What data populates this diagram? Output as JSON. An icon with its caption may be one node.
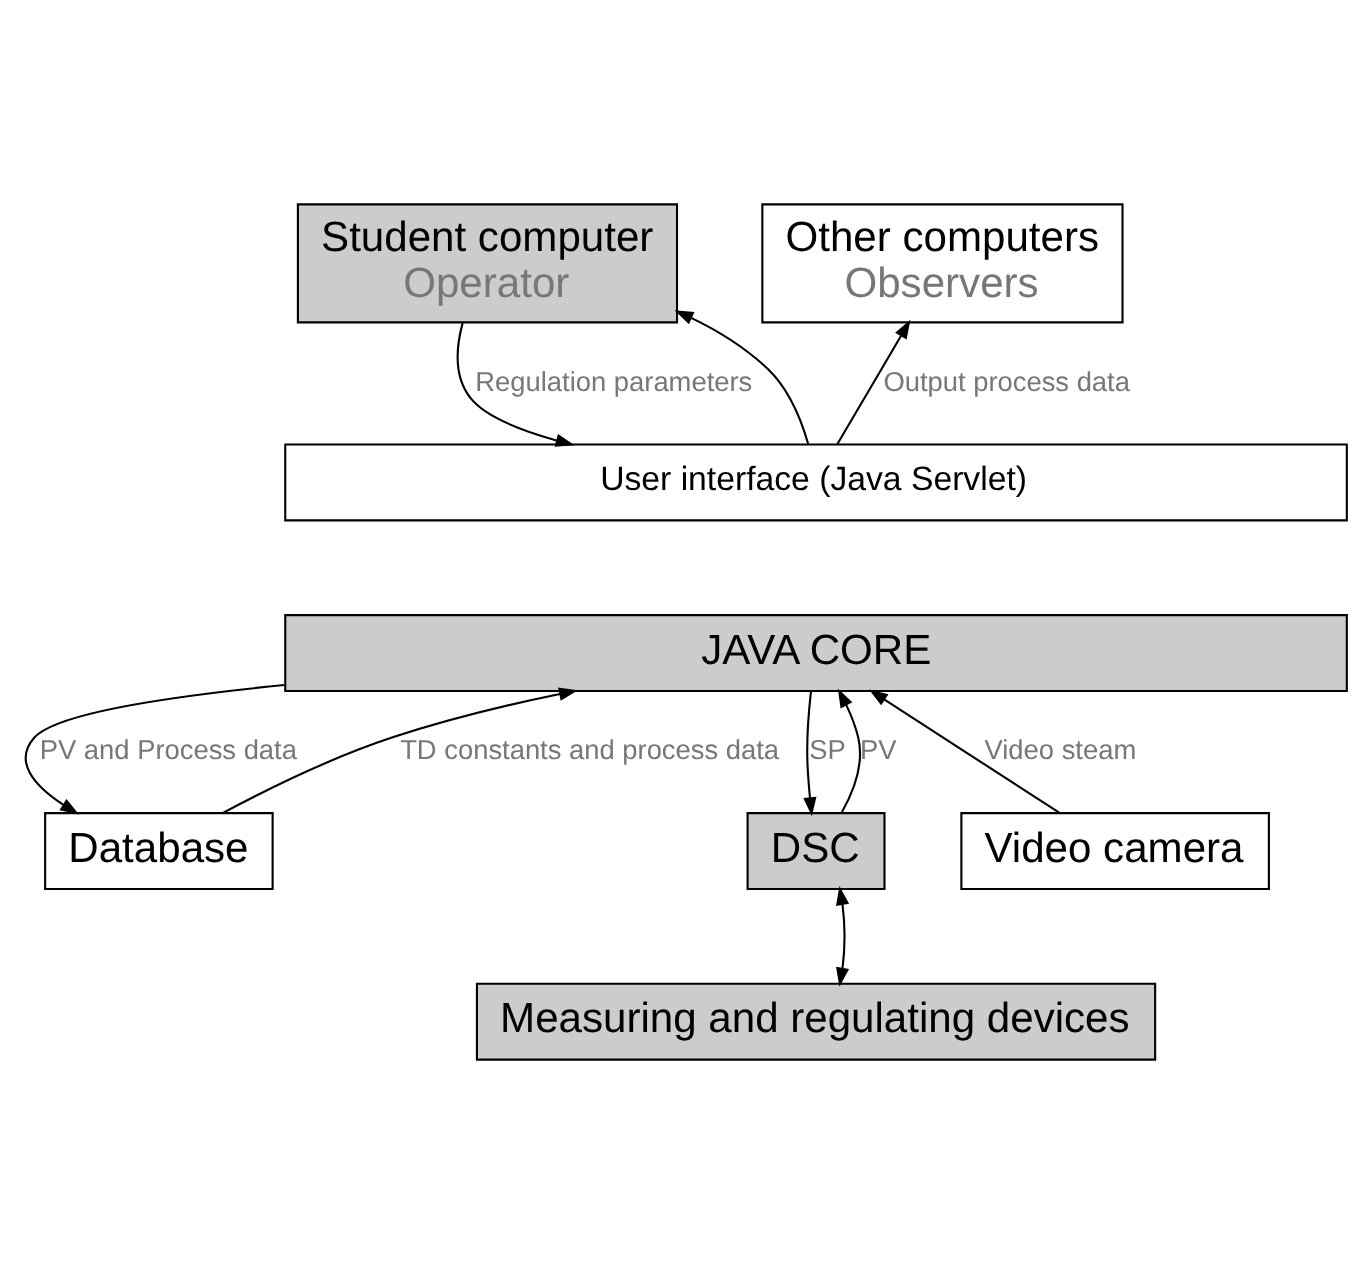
{
  "diagram": {
    "nodes": [
      {
        "text": [
          "Student computer",
          "Operator"
        ]
      },
      {
        "text": [
          "Other computers",
          "Observers"
        ]
      },
      {
        "text": [
          "User interface (Java Servlet)"
        ]
      },
      {
        "text": [
          "JAVA CORE"
        ]
      },
      {
        "text": [
          "Database"
        ]
      },
      {
        "text": [
          "DSC"
        ]
      },
      {
        "text": [
          "Video camera"
        ]
      },
      {
        "text": [
          "Measuring and regulating devices"
        ]
      }
    ],
    "edges": [
      {
        "from": 0,
        "to": 2,
        "arrow": "to",
        "label": "Regulation parameters"
      },
      {
        "from": 2,
        "to": 0,
        "arrow": "to"
      },
      {
        "from": 2,
        "to": 1,
        "arrow": "to",
        "label": "Output process data"
      },
      {
        "from": 4,
        "to": 3,
        "arrow": "to",
        "label": "TD constants and process data"
      },
      {
        "from": 3,
        "to": 4,
        "arrow": "to",
        "label": "PV and Process data"
      },
      {
        "from": 3,
        "to": 5,
        "arrow": "to",
        "label": "SP"
      },
      {
        "from": 5,
        "to": 3,
        "arrow": "to",
        "label": "PV"
      },
      {
        "from": 6,
        "to": 3,
        "arrow": "to",
        "label": "Video steam"
      },
      {
        "from": 7,
        "to": 5,
        "arrow": "both"
      }
    ]
  }
}
